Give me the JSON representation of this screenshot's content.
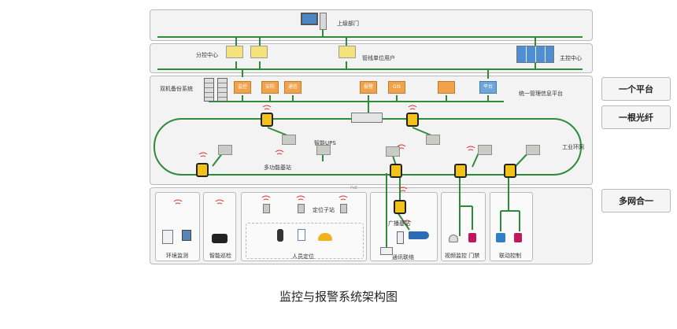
{
  "labels": {
    "superior_dept": "上级部门",
    "sub_control_center": "分控中心",
    "authorized_user": "管线单位用户",
    "main_control_center": "主控中心",
    "dual_backup": "双机备份系统",
    "monitoring": "监控",
    "security": "安防",
    "communication": "通信",
    "alarm": "报警",
    "gis": "GIS",
    "platform": "平台",
    "unified_platform": "统一管理信息平台",
    "smart_ups": "智能UPS",
    "industrial_ring": "工业环网",
    "multi_base_station": "多功能基站",
    "positioning_substation": "定位子站",
    "broadcast_station": "广播基站",
    "env_monitoring": "环境监测",
    "smart_inspection": "智能巡检",
    "personnel_positioning": "人员定位",
    "comm_link": "通讯联络",
    "video_access": "视频监控 门禁",
    "linkage_control": "联动控制",
    "poe": "PoE"
  },
  "side": {
    "one_platform": "一个平台",
    "one_fiber": "一根光纤",
    "multi_network": "多网合一"
  },
  "caption": "监控与报警系统架构图",
  "colors": {
    "green": "#2e8b3a",
    "orange": "#f0a34a",
    "blue": "#6fa6d9",
    "yellow_device": "#f2c21b"
  }
}
